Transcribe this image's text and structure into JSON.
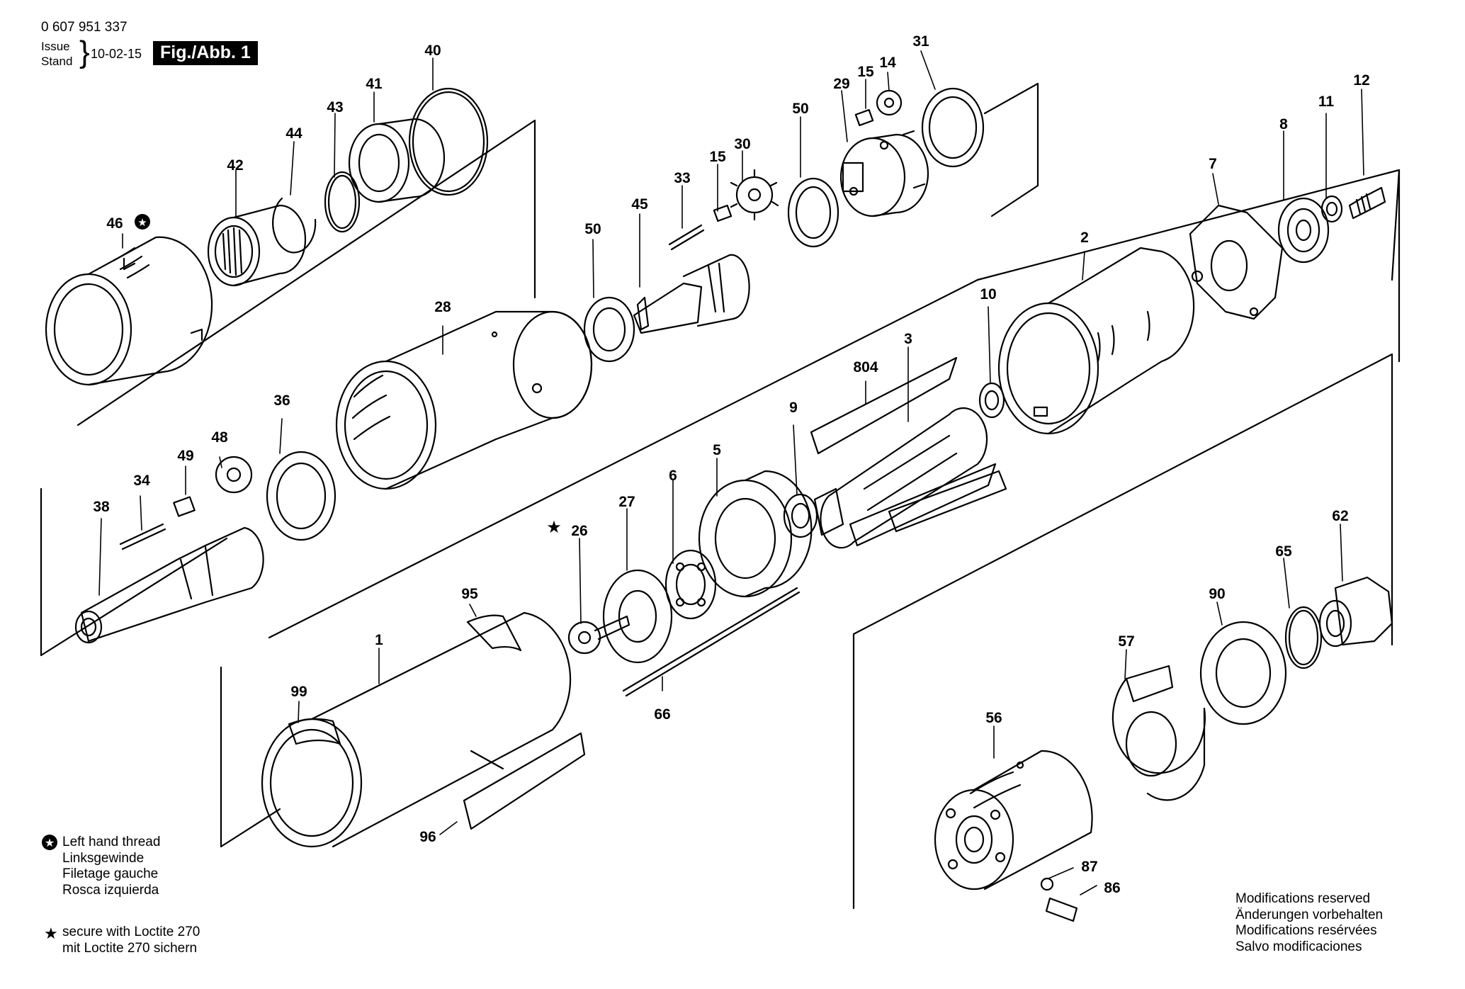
{
  "header": {
    "part_number": "0 607 951 337",
    "issue_label": "Issue",
    "stand_label": "Stand",
    "date": "10-02-15",
    "figure_label": "Fig./Abb. 1"
  },
  "parts": [
    {
      "id": "46",
      "label": "46"
    },
    {
      "id": "42",
      "label": "42"
    },
    {
      "id": "44",
      "label": "44"
    },
    {
      "id": "43",
      "label": "43"
    },
    {
      "id": "41",
      "label": "41"
    },
    {
      "id": "40",
      "label": "40"
    },
    {
      "id": "45",
      "label": "45"
    },
    {
      "id": "33",
      "label": "33"
    },
    {
      "id": "15a",
      "label": "15"
    },
    {
      "id": "30",
      "label": "30"
    },
    {
      "id": "50a",
      "label": "50"
    },
    {
      "id": "50b",
      "label": "50"
    },
    {
      "id": "29",
      "label": "29"
    },
    {
      "id": "15b",
      "label": "15"
    },
    {
      "id": "14",
      "label": "14"
    },
    {
      "id": "31",
      "label": "31"
    },
    {
      "id": "12",
      "label": "12"
    },
    {
      "id": "11",
      "label": "11"
    },
    {
      "id": "8",
      "label": "8"
    },
    {
      "id": "7",
      "label": "7"
    },
    {
      "id": "2",
      "label": "2"
    },
    {
      "id": "10",
      "label": "10"
    },
    {
      "id": "3",
      "label": "3"
    },
    {
      "id": "804",
      "label": "804"
    },
    {
      "id": "9",
      "label": "9"
    },
    {
      "id": "28",
      "label": "28"
    },
    {
      "id": "36",
      "label": "36"
    },
    {
      "id": "48",
      "label": "48"
    },
    {
      "id": "49",
      "label": "49"
    },
    {
      "id": "34",
      "label": "34"
    },
    {
      "id": "38",
      "label": "38"
    },
    {
      "id": "5",
      "label": "5"
    },
    {
      "id": "6",
      "label": "6"
    },
    {
      "id": "27",
      "label": "27"
    },
    {
      "id": "26",
      "label": "26"
    },
    {
      "id": "66",
      "label": "66"
    },
    {
      "id": "95",
      "label": "95"
    },
    {
      "id": "1",
      "label": "1"
    },
    {
      "id": "99",
      "label": "99"
    },
    {
      "id": "96",
      "label": "96"
    },
    {
      "id": "62",
      "label": "62"
    },
    {
      "id": "65",
      "label": "65"
    },
    {
      "id": "90",
      "label": "90"
    },
    {
      "id": "57",
      "label": "57"
    },
    {
      "id": "56",
      "label": "56"
    },
    {
      "id": "87",
      "label": "87"
    },
    {
      "id": "86",
      "label": "86"
    }
  ],
  "notes": {
    "left_hand_thread": [
      "Left hand thread",
      "Linksgewinde",
      "Filetage gauche",
      "Rosca izquierda"
    ],
    "loctite": [
      "secure with Loctite 270",
      "mit Loctite 270 sichern"
    ]
  },
  "modifications": [
    "Modifications reserved",
    "Änderungen vorbehalten",
    "Modifications resérvées",
    "Salvo modificaciones"
  ]
}
